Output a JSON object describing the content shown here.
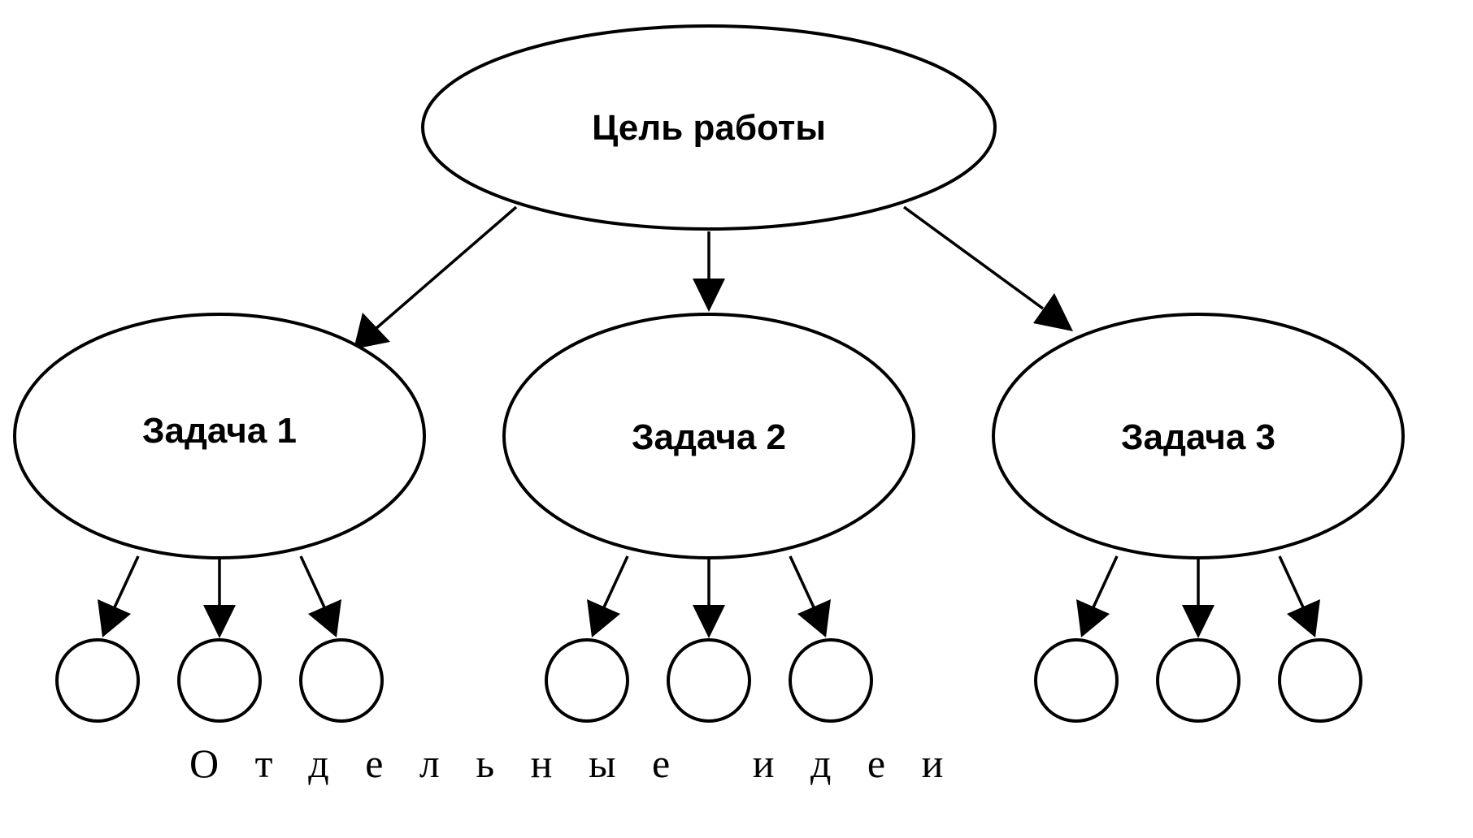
{
  "diagram": {
    "root": {
      "label": "Цель работы",
      "children": [
        {
          "label": "Задача 1",
          "ideas": [
            "",
            "",
            ""
          ]
        },
        {
          "label": "Задача 2",
          "ideas": [
            "",
            "",
            ""
          ]
        },
        {
          "label": "Задача 3",
          "ideas": [
            "",
            "",
            ""
          ]
        }
      ]
    },
    "caption": "Отдельные идеи"
  }
}
